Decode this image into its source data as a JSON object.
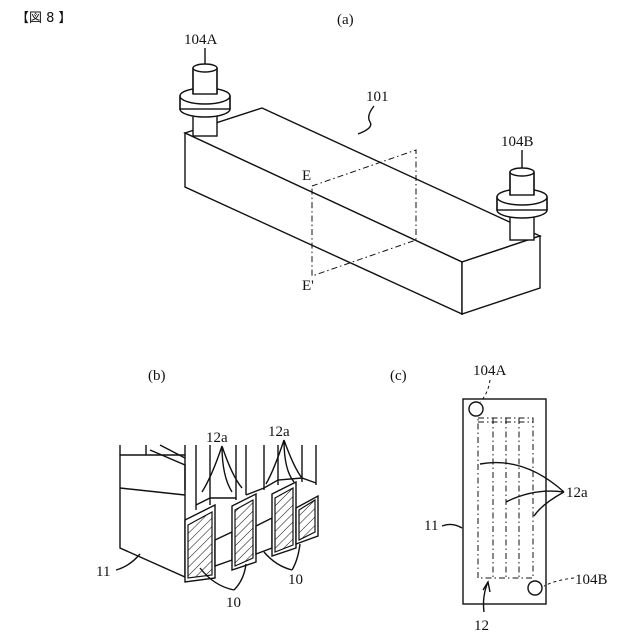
{
  "figure": {
    "header": "【図 8 】"
  },
  "panel_a": {
    "caption": "(a)",
    "label_device": "101",
    "label_port_a": "104A",
    "label_port_b": "104B",
    "label_section_top": "E",
    "label_section_bottom": "E'"
  },
  "panel_b": {
    "caption": "(b)",
    "label_fin_left": "12a",
    "label_fin_right": "12a",
    "label_body": "11",
    "label_channel_mid": "10",
    "label_channel_right": "10"
  },
  "panel_c": {
    "caption": "(c)",
    "label_port_a": "104A",
    "label_port_b": "104B",
    "label_fins": "12a",
    "label_body": "11",
    "label_plate": "12"
  }
}
